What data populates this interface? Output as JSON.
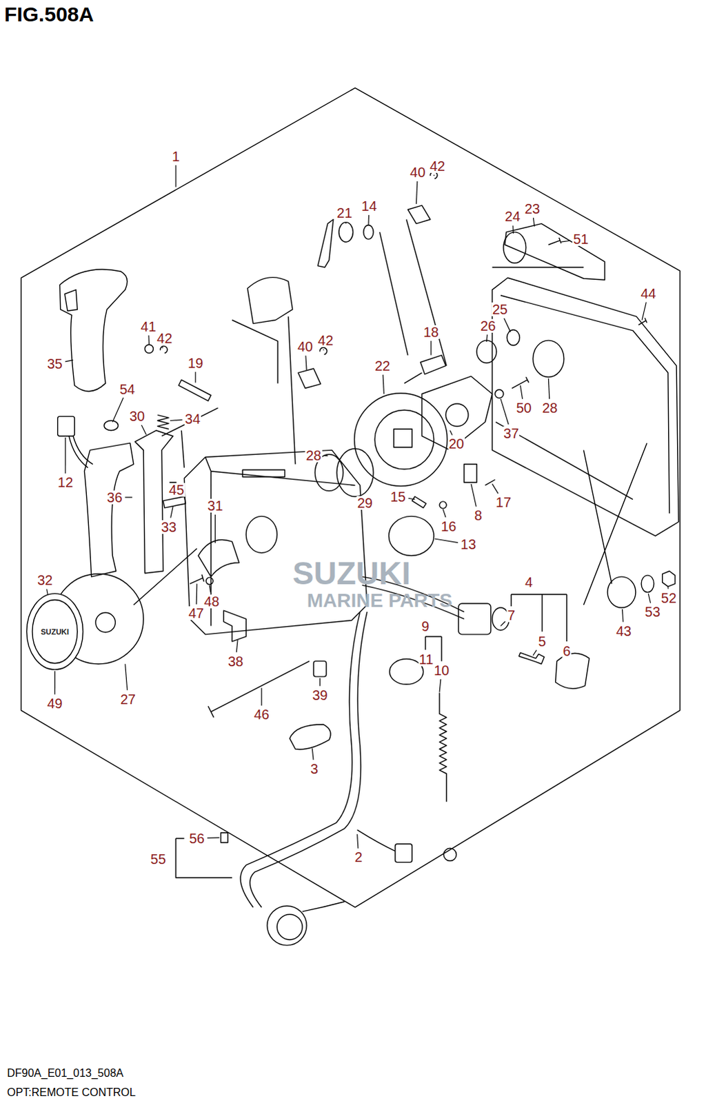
{
  "diagram": {
    "title": "FIG.508A",
    "caption": "OPT:REMOTE CONTROL",
    "labels": [
      "1",
      "40",
      "42",
      "21",
      "14",
      "24",
      "23",
      "51",
      "44",
      "41",
      "42",
      "19",
      "35",
      "40",
      "42",
      "18",
      "22",
      "25",
      "26",
      "54",
      "30",
      "34",
      "12",
      "50",
      "28",
      "37",
      "20",
      "28",
      "45",
      "31",
      "36",
      "29",
      "15",
      "17",
      "8",
      "16",
      "33",
      "13",
      "32",
      "4",
      "47",
      "48",
      "7",
      "5",
      "6",
      "9",
      "43",
      "53",
      "52",
      "11",
      "10",
      "38",
      "39",
      "27",
      "49",
      "46",
      "3",
      "56",
      "55",
      "2",
      "DF90A_E01_013_508A",
      "SUZUKI",
      "MARINE PARTS",
      "SUZUKI"
    ]
  }
}
